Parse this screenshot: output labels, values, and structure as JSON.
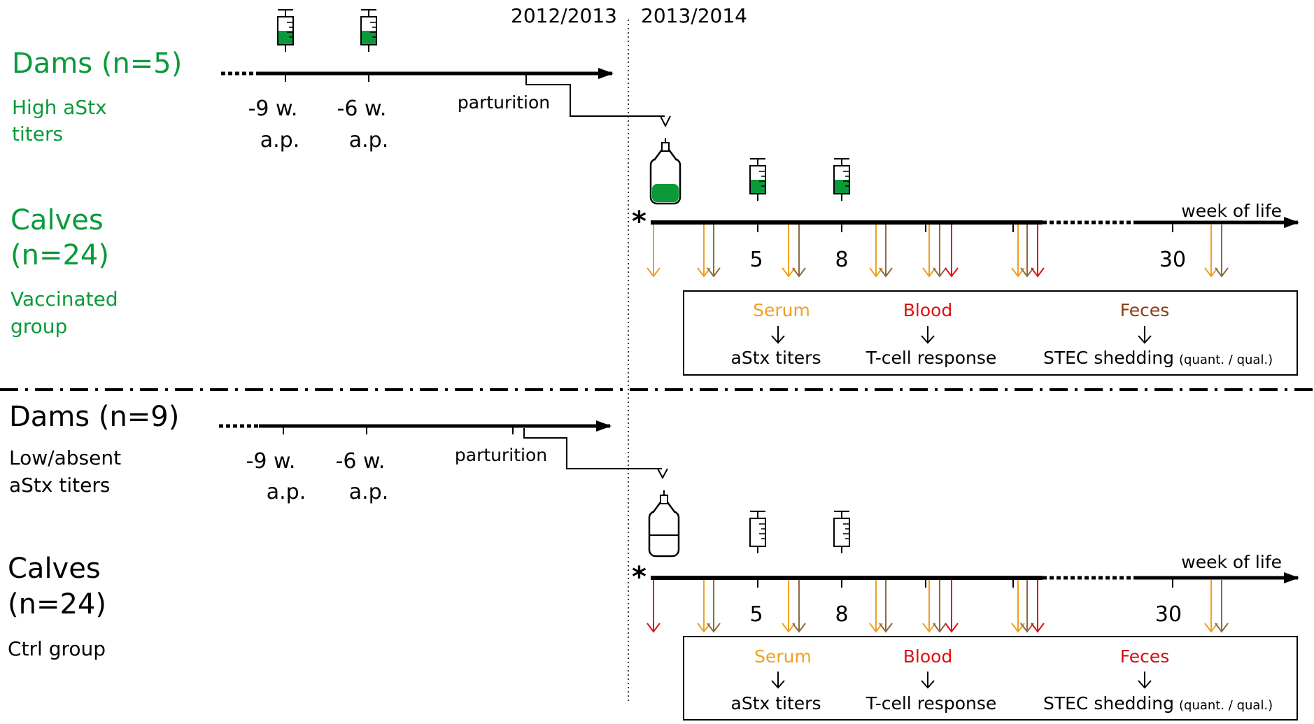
{
  "colors": {
    "green": "#0a9a3a",
    "black": "#000000",
    "orange": "#f0a020",
    "brown": "#8a6a40",
    "red": "#e01010",
    "feces_brown": "#8b3a10",
    "white": "#ffffff"
  },
  "header": {
    "season_left": "2012/2013",
    "season_right": "2013/2014"
  },
  "vaccinated": {
    "dams_title": "Dams (n=5)",
    "dams_note_1": "High aStx",
    "dams_note_2": "titers",
    "t1_week": "-9 w.",
    "t1_ap": "a.p.",
    "t2_week": "-6 w.",
    "t2_ap": "a.p.",
    "parturition": "parturition",
    "calves_title_1": "Calves",
    "calves_title_2": "(n=24)",
    "group_1": "Vaccinated",
    "group_2": "group",
    "week_of_life": "week of life",
    "tick_5": "5",
    "tick_8": "8",
    "tick_30": "30",
    "legend": {
      "serum": "Serum",
      "blood": "Blood",
      "feces": "Feces",
      "serum_out": "aStx titers",
      "blood_out": "T-cell response",
      "feces_out": "STEC shedding",
      "feces_suffix": "(quant. / qual.)"
    }
  },
  "control": {
    "dams_title": "Dams (n=9)",
    "dams_note_1": "Low/absent",
    "dams_note_2": "aStx titers",
    "t1_week": "-9 w.",
    "t1_ap": "a.p.",
    "t2_week": "-6 w.",
    "t2_ap": "a.p.",
    "parturition": "parturition",
    "calves_title_1": "Calves",
    "calves_title_2": "(n=24)",
    "group_1": "Ctrl group",
    "week_of_life": "week of life",
    "tick_5": "5",
    "tick_8": "8",
    "tick_30": "30",
    "legend": {
      "serum": "Serum",
      "blood": "Blood",
      "feces": "Feces",
      "serum_out": "aStx titers",
      "blood_out": "T-cell response",
      "feces_out": "STEC shedding",
      "feces_suffix": "(quant. / qual.)"
    }
  },
  "sampling_arrows": [
    "orange",
    "orange",
    "brown",
    "orange",
    "brown",
    "orange",
    "brown",
    "orange",
    "brown",
    "red",
    "orange",
    "brown",
    "red",
    "orange",
    "brown"
  ]
}
